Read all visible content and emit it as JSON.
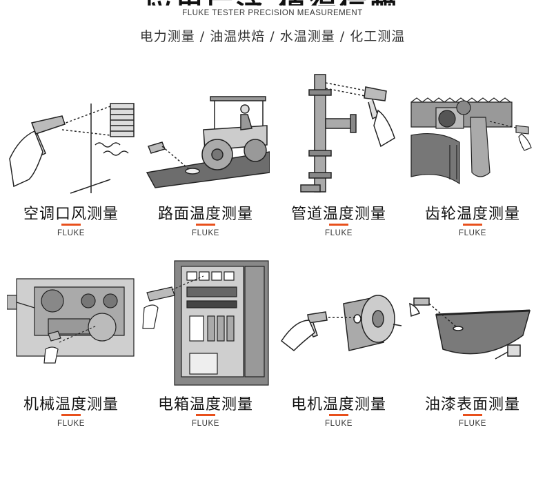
{
  "header": {
    "title": "应用广泛 值得信赖",
    "subtitle": "FLUKE TESTER PRECISION MEASUREMENT",
    "applications": "电力测量 / 油温烘焙 / 水温测量 / 化工测温"
  },
  "colors": {
    "accent": "#e8501c",
    "ink": "#222222",
    "background": "#ffffff"
  },
  "cards": [
    {
      "title": "空调口风测量",
      "brand": "FLUKE",
      "illustration": "air-conditioner-vent-icon"
    },
    {
      "title": "路面温度测量",
      "brand": "FLUKE",
      "illustration": "road-roller-icon"
    },
    {
      "title": "管道温度测量",
      "brand": "FLUKE",
      "illustration": "pipe-valve-icon"
    },
    {
      "title": "齿轮温度测量",
      "brand": "FLUKE",
      "illustration": "gear-conveyor-icon"
    },
    {
      "title": "机械温度测量",
      "brand": "FLUKE",
      "illustration": "engine-machine-icon"
    },
    {
      "title": "电箱温度测量",
      "brand": "FLUKE",
      "illustration": "electrical-cabinet-icon"
    },
    {
      "title": "电机温度测量",
      "brand": "FLUKE",
      "illustration": "electric-motor-icon"
    },
    {
      "title": "油漆表面测量",
      "brand": "FLUKE",
      "illustration": "paint-surface-icon"
    }
  ]
}
